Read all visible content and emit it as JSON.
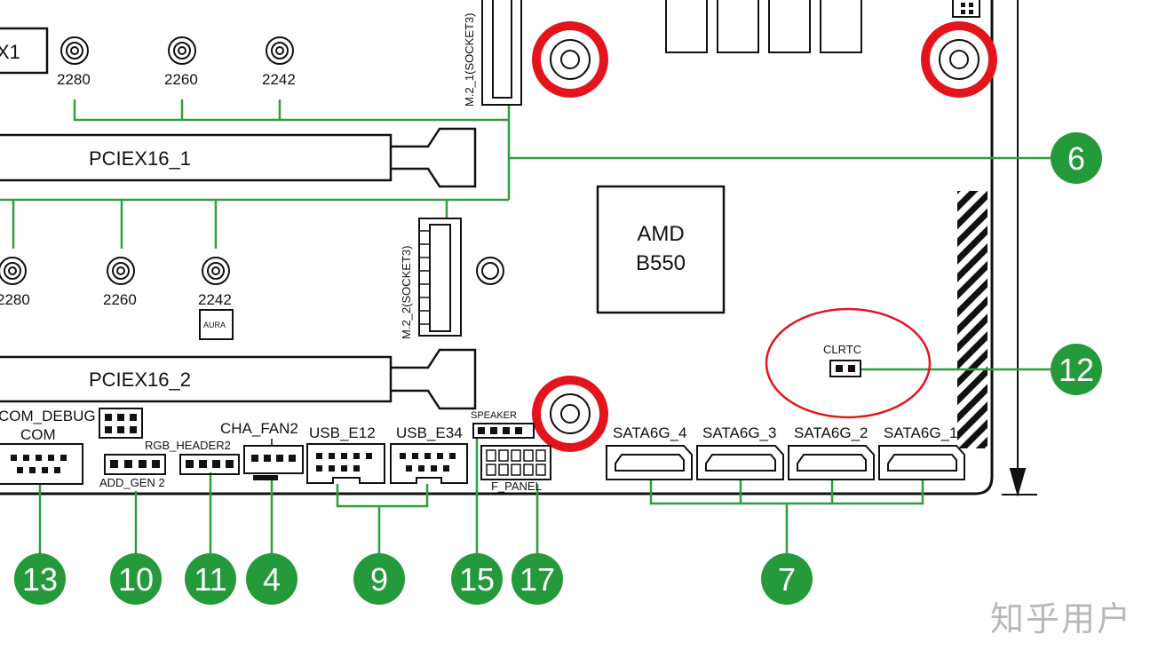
{
  "labels": {
    "ex1": "X1",
    "m2_1": "M.2_1(SOCKET3)",
    "m2_2": "M.2_2(SOCKET3)",
    "top_2280": "2280",
    "top_2260": "2260",
    "top_2242": "2242",
    "mid_2280": "2280",
    "mid_2260": "2260",
    "mid_2242": "2242",
    "aura": "AURA",
    "pciex16_1": "PCIEX16_1",
    "pciex16_2": "PCIEX16_2",
    "chipset_line1": "AMD",
    "chipset_line2": "B550",
    "clrtc": "CLRTC",
    "com_debug": "COM_DEBUG",
    "com": "COM",
    "rgb_header2": "RGB_HEADER2",
    "add_gen2": "ADD_GEN 2",
    "cha_fan2": "CHA_FAN2",
    "usb_e12": "USB_E12",
    "usb_e34": "USB_E34",
    "speaker": "SPEAKER",
    "f_panel": "F_PANEL",
    "sata4": "SATA6G_4",
    "sata3": "SATA6G_3",
    "sata2": "SATA6G_2",
    "sata1": "SATA6G_1"
  },
  "callouts": {
    "c6": "6",
    "c12": "12",
    "c13": "13",
    "c10": "10",
    "c11": "11",
    "c4": "4",
    "c9": "9",
    "c15": "15",
    "c17": "17",
    "c7": "7"
  },
  "watermark": "知乎用户",
  "colors": {
    "leader_green": "#2e9e3e",
    "callout_green": "#259a3a",
    "highlight_red": "#e3141c",
    "board_black": "#111111"
  }
}
